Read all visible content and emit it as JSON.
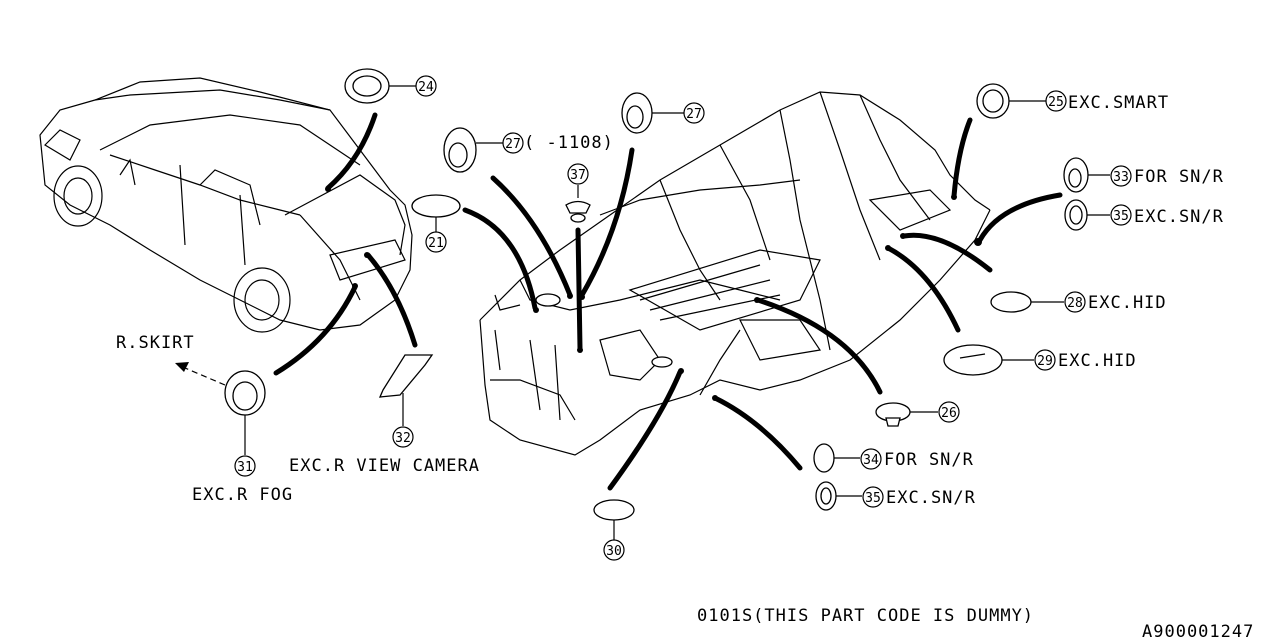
{
  "callouts": {
    "c24": "24",
    "c25": "25",
    "c25_text": "EXC.SMART",
    "c27a": "27",
    "c27a_text": "( -1108)",
    "c27b": "27",
    "c37": "37",
    "c33": "33",
    "c33_text": "FOR SN/R",
    "c35a": "35",
    "c35a_text": "EXC.SN/R",
    "c21": "21",
    "c28": "28",
    "c28_text": "EXC.HID",
    "c29": "29",
    "c29_text": "EXC.HID",
    "c26": "26",
    "c34": "34",
    "c34_text": "FOR SN/R",
    "c35b": "35",
    "c35b_text": "EXC.SN/R",
    "c30": "30",
    "c31": "31",
    "c31_text": "EXC.R FOG",
    "c32": "32",
    "c32_text": "EXC.R VIEW CAMERA",
    "rskirt": "R.SKIRT"
  },
  "footer": {
    "note": "0101S(THIS PART CODE IS DUMMY)",
    "diagram_id": "A900001247"
  }
}
